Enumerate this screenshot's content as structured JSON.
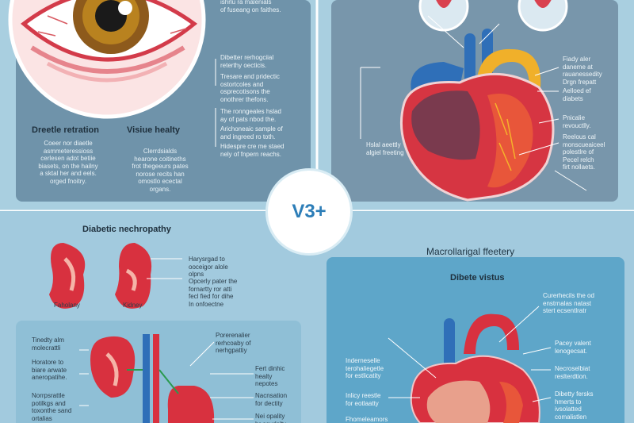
{
  "q1": {
    "top_notes": "ishrlu ra malenials\nof fuseang on faithes.",
    "notes_right": [
      "Dibetter rerhogciial\nreterthy oecticis.",
      "Tresare and pridectic\nostortcoles and\nosprecotisons the\nonothrer thefons.",
      "The ronngeales hslad\nay of pats nbod the.",
      "Arichoneaic sample of\nand ingreed ro toth.",
      "Hidespre cre me staed\nnely of fnpern reachs."
    ],
    "title_left": "Dreetle retration",
    "title_right": "Visiue healty",
    "text_left": "Coeer nor diaetle\nasmmeteressioss\ncerlesen adot betiie\nbiasets, on the hailny\na sktal her and eels.\norged fnoitry.",
    "text_right": "Clerrdsialds\nhearone coitineths\nfrot thegeeurs pates\nnorose recits han\nomostlo ecectal\norgans."
  },
  "q2": {
    "notes_right": [
      "Fiady aler\ndaneme at\nrauanessedity\nDrgn frepatt",
      "Aelloed ef\ndiabets",
      "Pnicalie\nrevouctlly.",
      "Reelous cal\nmonscueaiceel\npolestlre of\nPecel relch\nfirt nollaets."
    ],
    "note_left": "Hslal aeettly\nalgiel freeting"
  },
  "center": {
    "badge": "V3+"
  },
  "q3": {
    "title": "Diabetic nechropathy",
    "label_left": "Faholany",
    "label_right": "Kidney",
    "notes": [
      "Harysrgad to\nooceigor alole\nolpns",
      "Opcerly pater the\nfornartty ror atti\nfecl fied for dihe\nIn onfoectne"
    ],
    "lower_left": [
      "Tinedty alm\nmolecrattli",
      "Horatore to\nbiare arwate\naneropatihe.",
      "Norrpsrattle\npotilkgs and\ntoxonthe sand\nortalias"
    ],
    "lower_right": [
      "Porerenalier\nrerhcoaby of\nnerhgpattiy",
      "Fert dinhic\nhealty\nnepotes",
      "Nacnsation\nfor dectity",
      "Nei opality\nhr asudalty"
    ]
  },
  "q4": {
    "title": "Macrollarigal ffeetery",
    "subtitle": "Dibete vistus",
    "notes_right": [
      "Curerhecils the od\nenstrnalas natast\nstert ecsentlratr",
      "Pacey valent\nlenogecsat.",
      "Necroselbiat\nreslterdtion.",
      "Dibetty fersks\nhmerts to\nivsolatted\ncomalistlen"
    ],
    "notes_left": [
      "Inderneselle\nterohaliegetle\nfor estlicatity",
      "Inlicy reestle\nfor eotlaatty",
      "Fhomeleamors"
    ]
  }
}
